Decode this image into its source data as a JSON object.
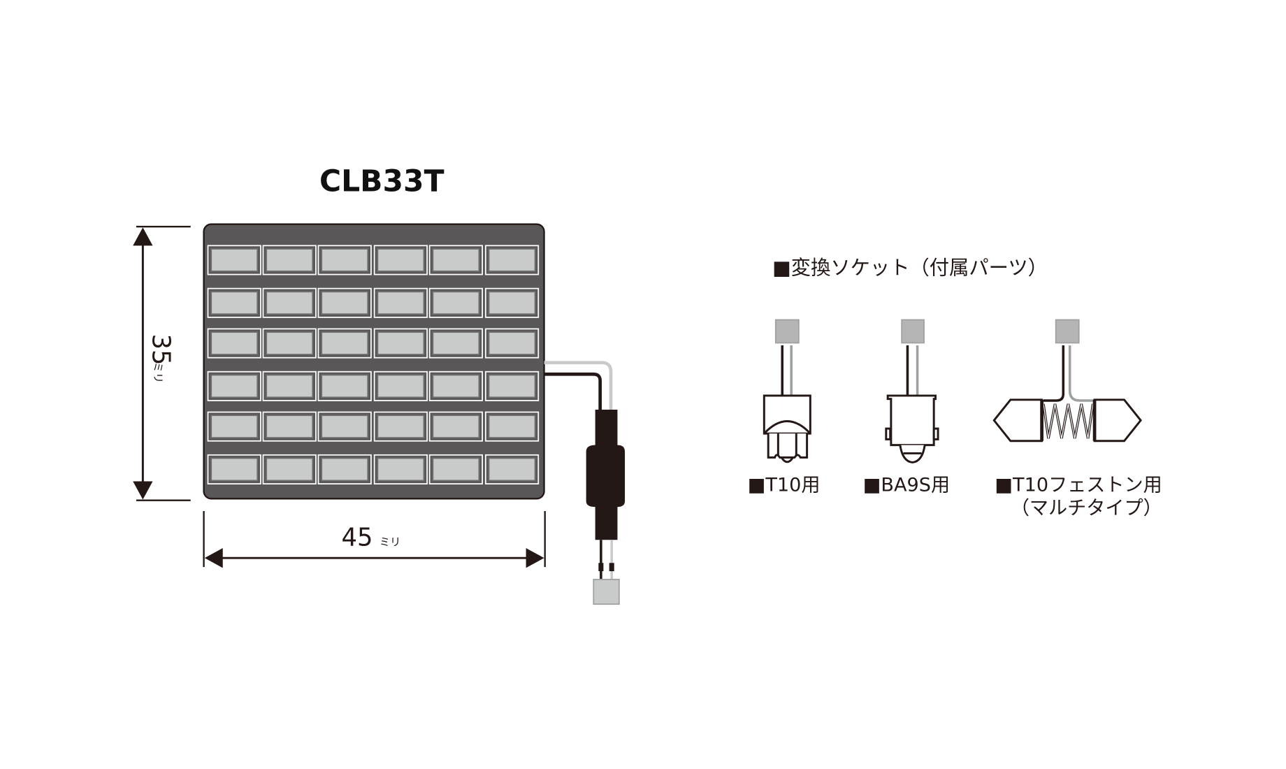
{
  "product": {
    "model": "CLB33T",
    "height_dim": "35",
    "width_dim": "45",
    "unit": "ミリ",
    "led_rows": 6,
    "led_cols": 6
  },
  "accessories": {
    "heading": "■変換ソケット（付属パーツ）",
    "items": [
      {
        "label": "■T10用"
      },
      {
        "label": "■BA9S用"
      },
      {
        "label": "■T10フェストン用",
        "sublabel": "（マルチタイプ）"
      }
    ]
  },
  "colors": {
    "board": "#595757",
    "led": "#c9caca",
    "ink": "#231815",
    "wire_light": "#c9caca",
    "connector": "#b5b5b6"
  }
}
